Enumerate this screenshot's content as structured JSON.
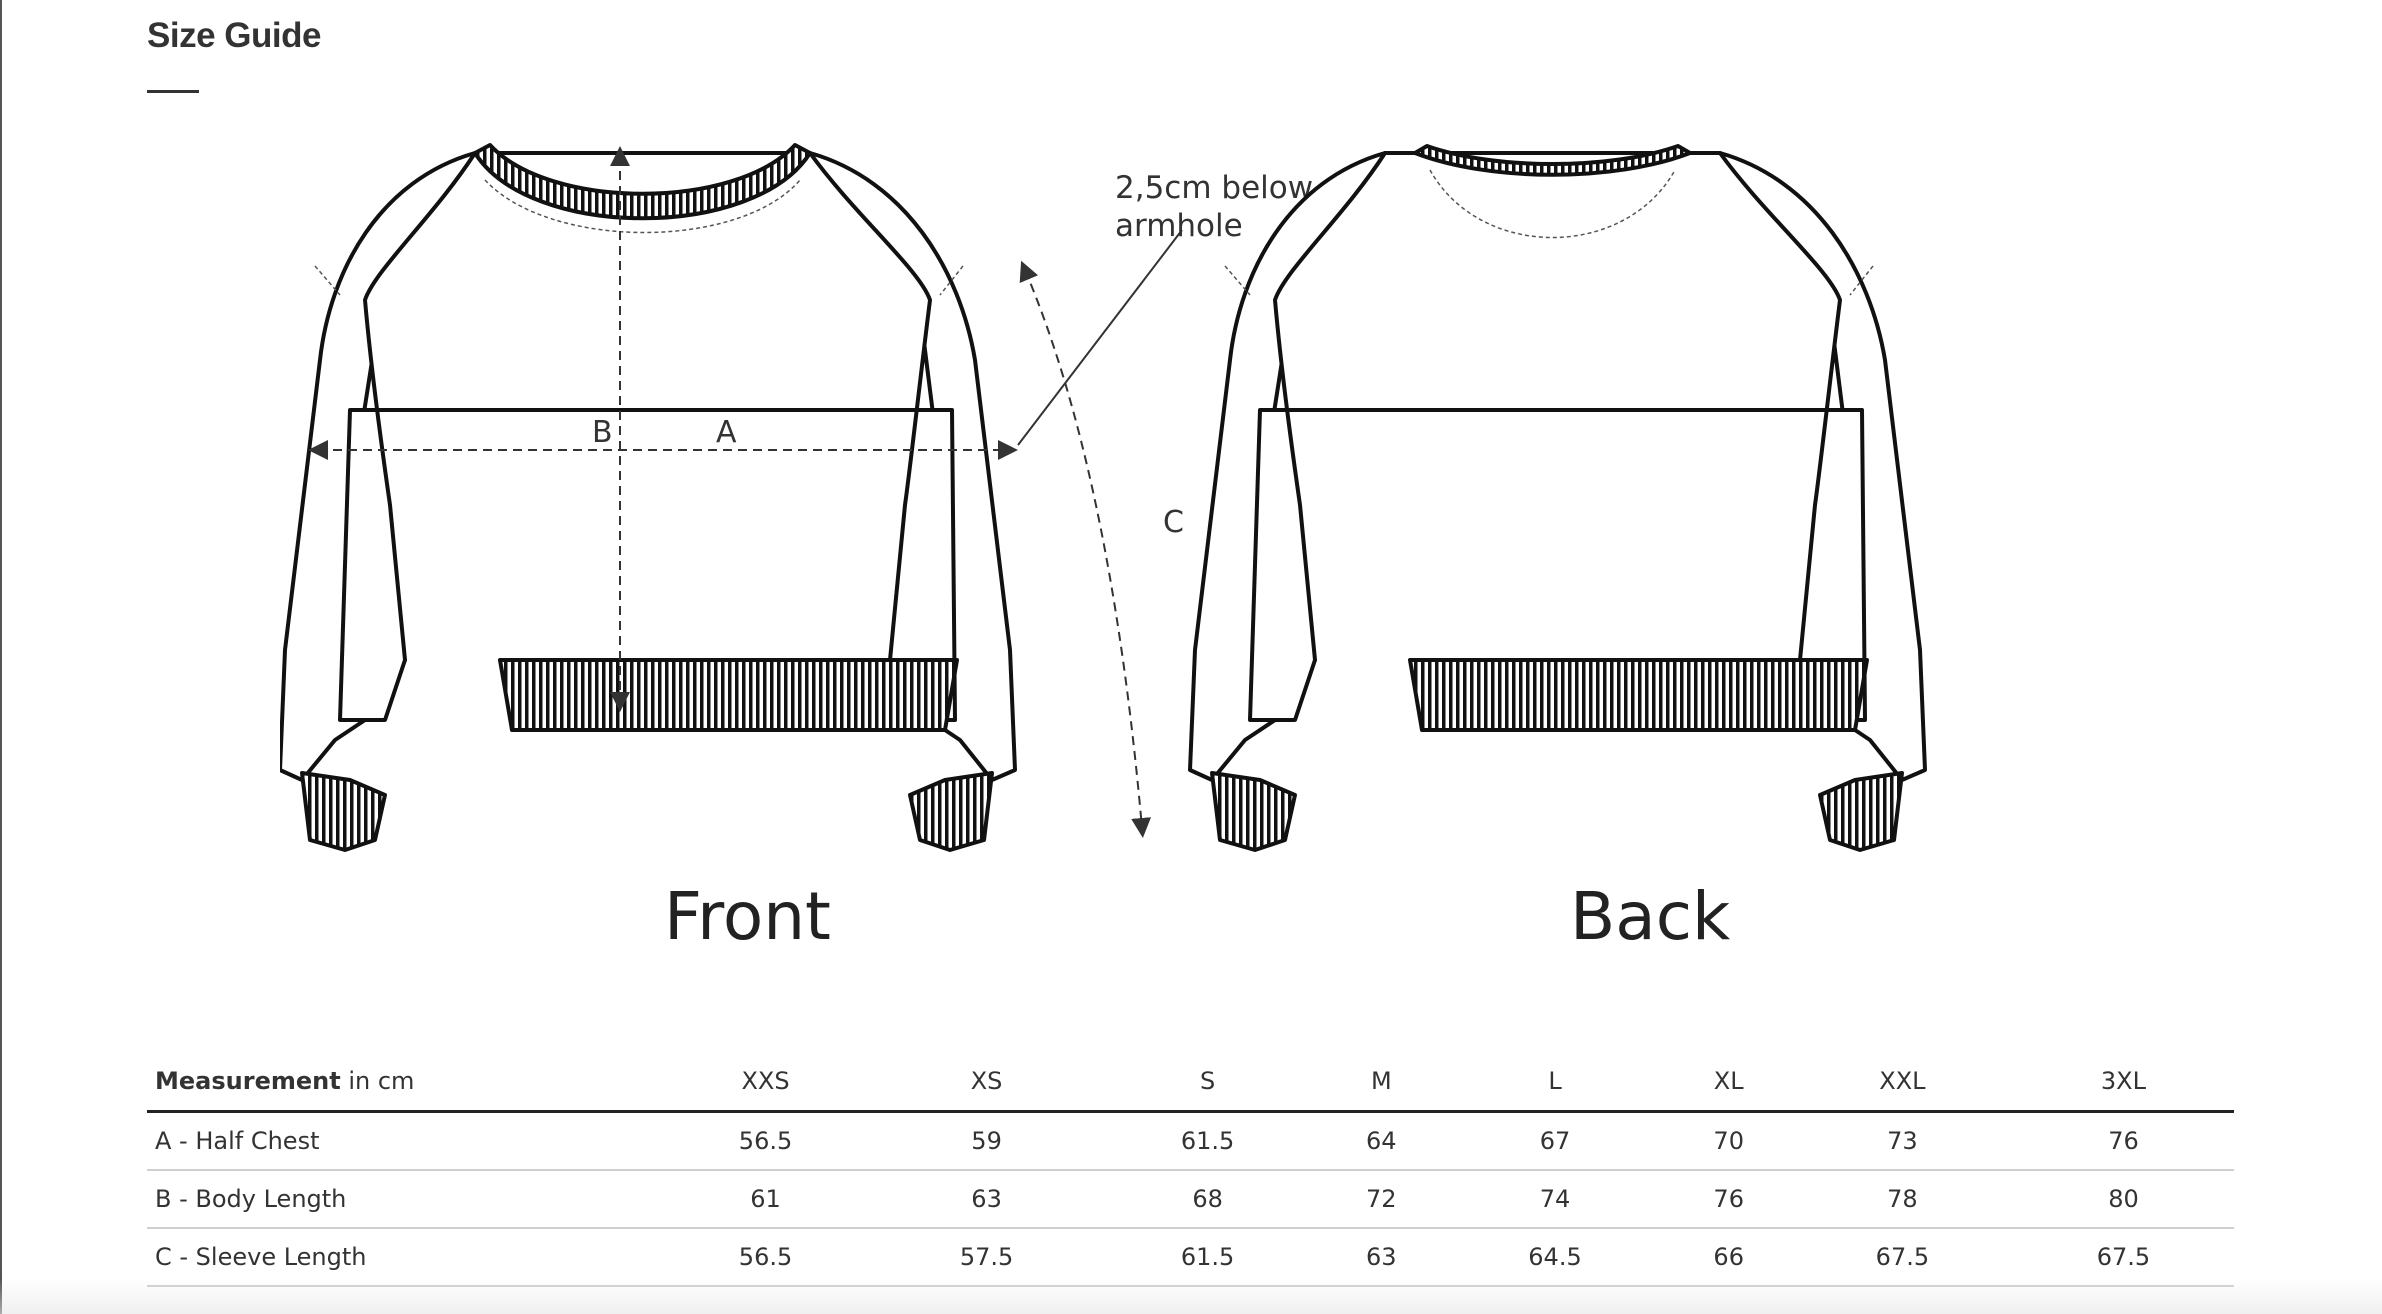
{
  "title": "Size Guide",
  "diagram": {
    "annotation_line1": "2,5cm below",
    "annotation_line2": "armhole",
    "marker_a": "A",
    "marker_b": "B",
    "marker_c": "C",
    "front_label": "Front",
    "back_label": "Back"
  },
  "table": {
    "header_bold": "Measurement",
    "header_unit": " in cm",
    "sizes": [
      "XXS",
      "XS",
      "S",
      "M",
      "L",
      "XL",
      "XXL",
      "3XL"
    ],
    "rows": [
      {
        "label": "A - Half Chest",
        "values": [
          "56.5",
          "59",
          "61.5",
          "64",
          "67",
          "70",
          "73",
          "76"
        ]
      },
      {
        "label": "B - Body Length",
        "values": [
          "61",
          "63",
          "68",
          "72",
          "74",
          "76",
          "78",
          "80"
        ]
      },
      {
        "label": "C - Sleeve Length",
        "values": [
          "56.5",
          "57.5",
          "61.5",
          "63",
          "64.5",
          "66",
          "67.5",
          "67.5"
        ]
      }
    ]
  }
}
